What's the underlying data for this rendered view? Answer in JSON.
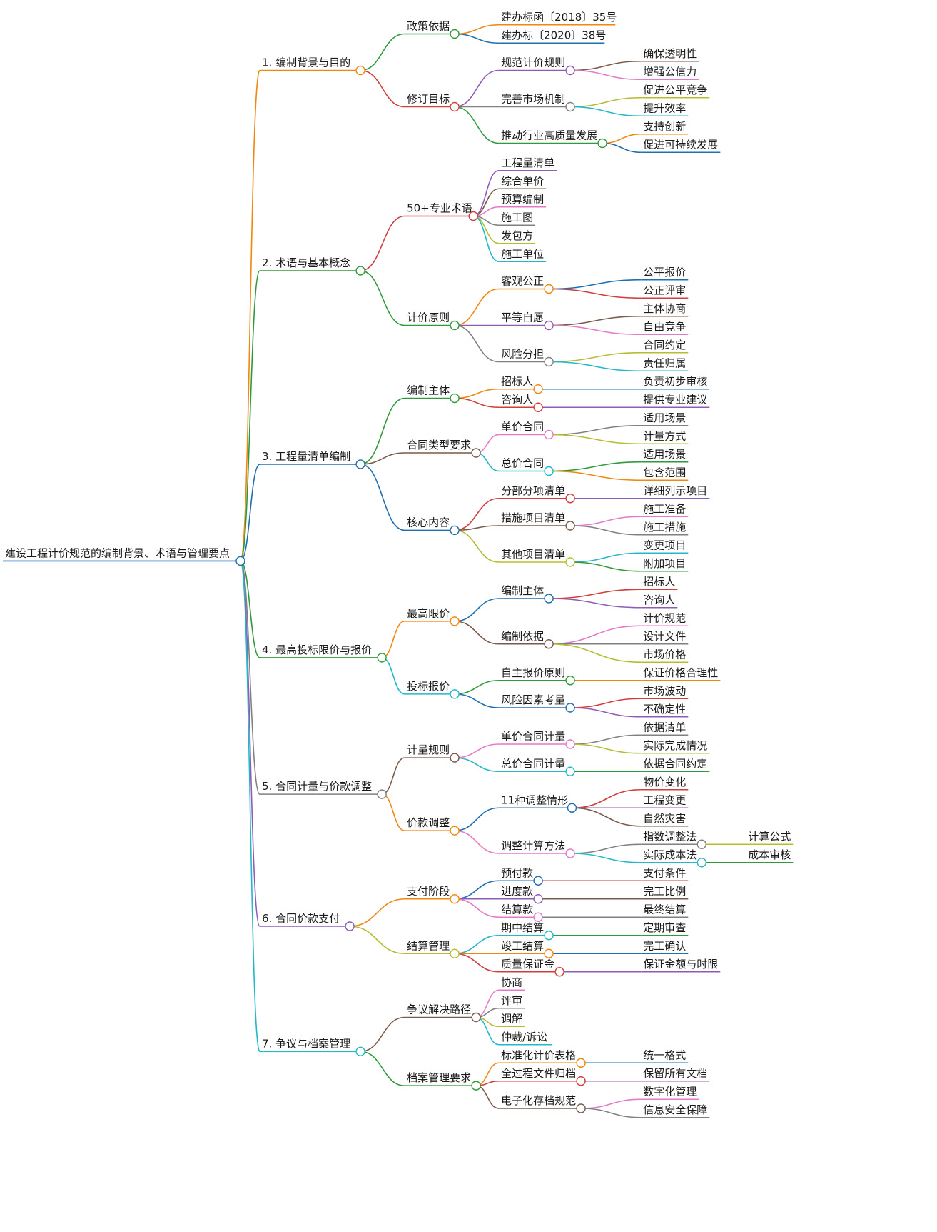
{
  "root": "建设工程计价规范的编制背景、术语与管理要点",
  "branches": [
    {
      "label": "1. 编制背景与目的",
      "color": "#f0870f",
      "children": [
        {
          "label": "政策依据",
          "children": [
            {
              "label": "建办标函〔2018〕35号"
            },
            {
              "label": "建办标〔2020〕38号"
            }
          ]
        },
        {
          "label": "修订目标",
          "children": [
            {
              "label": "规范计价规则",
              "children": [
                {
                  "label": "确保透明性"
                },
                {
                  "label": "增强公信力"
                }
              ]
            },
            {
              "label": "完善市场机制",
              "children": [
                {
                  "label": "促进公平竞争"
                },
                {
                  "label": "提升效率"
                }
              ]
            },
            {
              "label": "推动行业高质量发展",
              "children": [
                {
                  "label": "支持创新"
                },
                {
                  "label": "促进可持续发展"
                }
              ]
            }
          ]
        }
      ]
    },
    {
      "label": "2. 术语与基本概念",
      "color": "#2e9a3a",
      "children": [
        {
          "label": "50+专业术语",
          "children": [
            {
              "label": "工程量清单"
            },
            {
              "label": "综合单价"
            },
            {
              "label": "预算编制"
            },
            {
              "label": "施工图"
            },
            {
              "label": "发包方"
            },
            {
              "label": "施工单位"
            }
          ]
        },
        {
          "label": "计价原则",
          "children": [
            {
              "label": "客观公正",
              "children": [
                {
                  "label": "公平报价"
                },
                {
                  "label": "公正评审"
                }
              ]
            },
            {
              "label": "平等自愿",
              "children": [
                {
                  "label": "主体协商"
                },
                {
                  "label": "自由竞争"
                }
              ]
            },
            {
              "label": "风险分担",
              "children": [
                {
                  "label": "合同约定"
                },
                {
                  "label": "责任归属"
                }
              ]
            }
          ]
        }
      ]
    },
    {
      "label": "3. 工程量清单编制",
      "color": "#1f6fb0",
      "children": [
        {
          "label": "编制主体",
          "children": [
            {
              "label": "招标人",
              "children": [
                {
                  "label": "负责初步审核"
                }
              ]
            },
            {
              "label": "咨询人",
              "children": [
                {
                  "label": "提供专业建议"
                }
              ]
            }
          ]
        },
        {
          "label": "合同类型要求",
          "children": [
            {
              "label": "单价合同",
              "children": [
                {
                  "label": "适用场景"
                },
                {
                  "label": "计量方式"
                }
              ]
            },
            {
              "label": "总价合同",
              "children": [
                {
                  "label": "适用场景"
                },
                {
                  "label": "包含范围"
                }
              ]
            }
          ]
        },
        {
          "label": "核心内容",
          "children": [
            {
              "label": "分部分项清单",
              "children": [
                {
                  "label": "详细列示项目"
                }
              ]
            },
            {
              "label": "措施项目清单",
              "children": [
                {
                  "label": "施工准备"
                },
                {
                  "label": "施工措施"
                }
              ]
            },
            {
              "label": "其他项目清单",
              "children": [
                {
                  "label": "变更项目"
                },
                {
                  "label": "附加项目"
                }
              ]
            }
          ]
        }
      ]
    },
    {
      "label": "4. 最高投标限价与报价",
      "color": "#2e9a3a",
      "children": [
        {
          "label": "最高限价",
          "children": [
            {
              "label": "编制主体",
              "children": [
                {
                  "label": "招标人"
                },
                {
                  "label": "咨询人"
                }
              ]
            },
            {
              "label": "编制依据",
              "children": [
                {
                  "label": "计价规范"
                },
                {
                  "label": "设计文件"
                },
                {
                  "label": "市场价格"
                }
              ]
            }
          ]
        },
        {
          "label": "投标报价",
          "children": [
            {
              "label": "自主报价原则",
              "children": [
                {
                  "label": "保证价格合理性"
                }
              ]
            },
            {
              "label": "风险因素考量",
              "children": [
                {
                  "label": "市场波动"
                },
                {
                  "label": "不确定性"
                }
              ]
            }
          ]
        }
      ]
    },
    {
      "label": "5. 合同计量与价款调整",
      "color": "#808080",
      "children": [
        {
          "label": "计量规则",
          "children": [
            {
              "label": "单价合同计量",
              "children": [
                {
                  "label": "依据清单"
                },
                {
                  "label": "实际完成情况"
                }
              ]
            },
            {
              "label": "总价合同计量",
              "children": [
                {
                  "label": "依据合同约定"
                }
              ]
            }
          ]
        },
        {
          "label": "价款调整",
          "children": [
            {
              "label": "11种调整情形",
              "children": [
                {
                  "label": "物价变化"
                },
                {
                  "label": "工程变更"
                },
                {
                  "label": "自然灾害"
                }
              ]
            },
            {
              "label": "调整计算方法",
              "children": [
                {
                  "label": "指数调整法",
                  "children": [
                    {
                      "label": "计算公式"
                    }
                  ]
                },
                {
                  "label": "实际成本法",
                  "children": [
                    {
                      "label": "成本审核"
                    }
                  ]
                }
              ]
            }
          ]
        }
      ]
    },
    {
      "label": "6. 合同价款支付",
      "color": "#8e5bb5",
      "children": [
        {
          "label": "支付阶段",
          "children": [
            {
              "label": "预付款",
              "children": [
                {
                  "label": "支付条件"
                }
              ]
            },
            {
              "label": "进度款",
              "children": [
                {
                  "label": "完工比例"
                }
              ]
            },
            {
              "label": "结算款",
              "children": [
                {
                  "label": "最终结算"
                }
              ]
            }
          ]
        },
        {
          "label": "结算管理",
          "children": [
            {
              "label": "期中结算",
              "children": [
                {
                  "label": "定期审查"
                }
              ]
            },
            {
              "label": "竣工结算",
              "children": [
                {
                  "label": "完工确认"
                }
              ]
            },
            {
              "label": "质量保证金",
              "children": [
                {
                  "label": "保证金额与时限"
                }
              ]
            }
          ]
        }
      ]
    },
    {
      "label": "7. 争议与档案管理",
      "color": "#22b8c9",
      "children": [
        {
          "label": "争议解决路径",
          "children": [
            {
              "label": "协商"
            },
            {
              "label": "评审"
            },
            {
              "label": "调解"
            },
            {
              "label": "仲裁/诉讼"
            }
          ]
        },
        {
          "label": "档案管理要求",
          "children": [
            {
              "label": "标准化计价表格",
              "children": [
                {
                  "label": "统一格式"
                }
              ]
            },
            {
              "label": "全过程文件归档",
              "children": [
                {
                  "label": "保留所有文档"
                }
              ]
            },
            {
              "label": "电子化存档规范",
              "children": [
                {
                  "label": "数字化管理"
                },
                {
                  "label": "信息安全保障"
                }
              ]
            }
          ]
        }
      ]
    }
  ]
}
